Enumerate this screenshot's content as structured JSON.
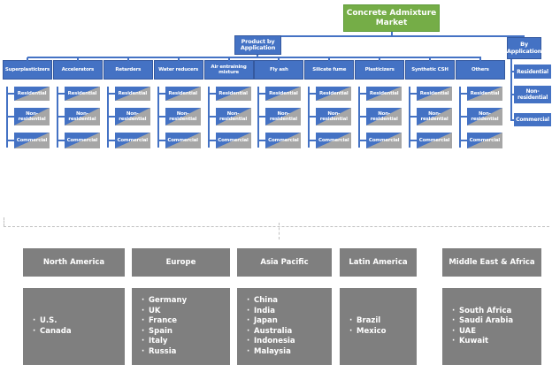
{
  "root": {
    "title": "Concrete Admixture Market"
  },
  "branches": {
    "product": {
      "label": "Product by Application"
    },
    "application": {
      "label": "By Application"
    }
  },
  "applications": [
    "Residential",
    "Non-residential",
    "Commercial"
  ],
  "products": [
    "Superplasticizers",
    "Accelerators",
    "Retarders",
    "Water reducers",
    "Air entraining mixture",
    "Fly ash",
    "Silicate fume",
    "Plasticizers",
    "Synthetic CSH",
    "Others"
  ],
  "by_application_items": [
    "Residential",
    "Non-residential",
    "Commercial"
  ],
  "regions": [
    {
      "name": "North America",
      "countries": [
        "U.S.",
        "Canada"
      ]
    },
    {
      "name": "Europe",
      "countries": [
        "Germany",
        "UK",
        "France",
        "Spain",
        "Italy",
        "Russia"
      ]
    },
    {
      "name": "Asia Pacific",
      "countries": [
        "China",
        "India",
        "Japan",
        "Australia",
        "Indonesia",
        "Malaysia"
      ]
    },
    {
      "name": "Latin America",
      "countries": [
        "Brazil",
        "Mexico"
      ]
    },
    {
      "name": "Middle East & Africa",
      "countries": [
        "South Africa",
        "Saudi Arabia",
        "UAE",
        "Kuwait"
      ]
    }
  ],
  "icons": {
    "bullet": "·"
  },
  "colors": {
    "blue": "#4472C4",
    "green": "#75AD47",
    "sub-gray": "#A6A6A6",
    "region-gray": "#7F7F7F",
    "dash": "#c0c0c0"
  }
}
